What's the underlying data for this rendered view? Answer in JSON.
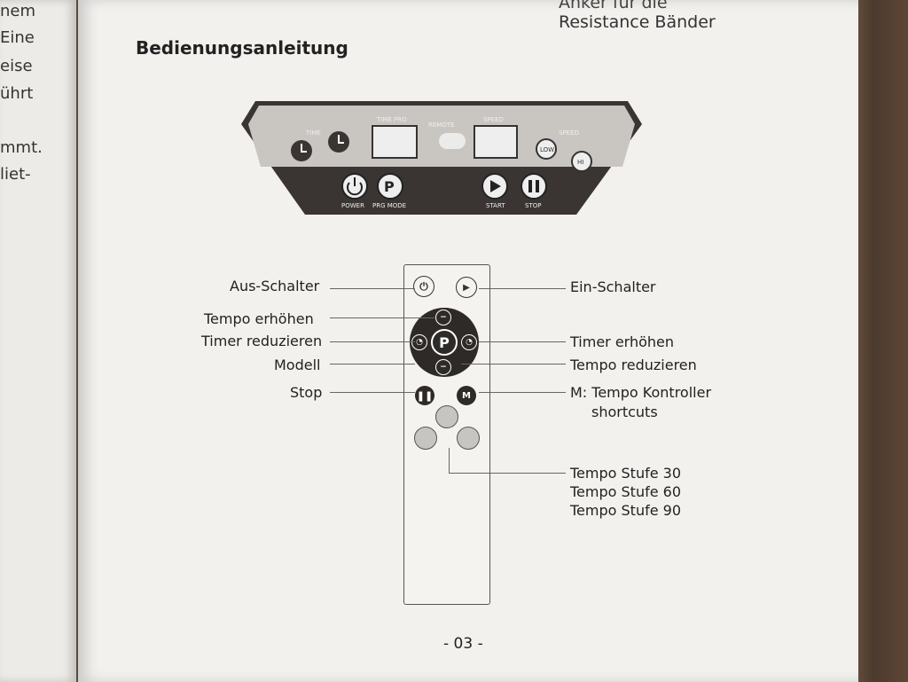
{
  "left_page_fragments": [
    "nem",
    "Eine",
    "eise",
    "ührt",
    "mmt.",
    "liet-"
  ],
  "header_top": "Anker für die",
  "header": "Resistance Bänder",
  "title": "Bedienungsanleitung",
  "panel": {
    "time": "TIME",
    "time_pro": "TIME PRO",
    "remote": "REMOTE",
    "speed": "SPEED",
    "speed_right": "SPEED",
    "low": "LOW",
    "hi": "HI",
    "power": "POWER",
    "prg_mode": "PRG MODE",
    "start": "START",
    "stop": "STOP"
  },
  "remote": {
    "m_key": "M"
  },
  "labels_left": {
    "aus": "Aus-Schalter",
    "tempo_up": "Tempo erhöhen",
    "timer_down": "Timer reduzieren",
    "modell": "Modell",
    "stop": "Stop"
  },
  "labels_right": {
    "ein": "Ein-Schalter",
    "timer_up": "Timer erhöhen",
    "tempo_down": "Tempo reduzieren",
    "m1": "M: Tempo Kontroller",
    "m2": "shortcuts",
    "s30": "Tempo Stufe 30",
    "s60": "Tempo Stufe 60",
    "s90": "Tempo Stufe 90"
  },
  "page_number": "- 03 -"
}
